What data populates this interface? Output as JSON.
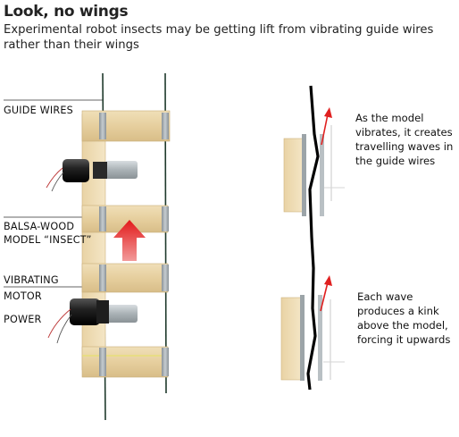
{
  "header": {
    "title": "Look, no wings",
    "subtitle": "Experimental robot insects may be getting lift from vibrating guide wires rather than their wings"
  },
  "labels": {
    "guide_wires": "GUIDE WIRES",
    "model_line1": "BALSA-WOOD",
    "model_line2": "MODEL “INSECT”",
    "motor_line1": "VIBRATING",
    "motor_line2": "MOTOR",
    "power": "POWER"
  },
  "notes": {
    "top_lines": [
      "As the model",
      "vibrates, it creates",
      "travelling waves in",
      "the guide wires"
    ],
    "bottom_lines": [
      "Each wave",
      "produces a kink",
      "above the model,",
      "forcing it upwards"
    ]
  },
  "colors": {
    "balsa": "#e8d2a4",
    "arrow": "#e02020",
    "wire": "#1a2a22",
    "motor": "#222222"
  }
}
